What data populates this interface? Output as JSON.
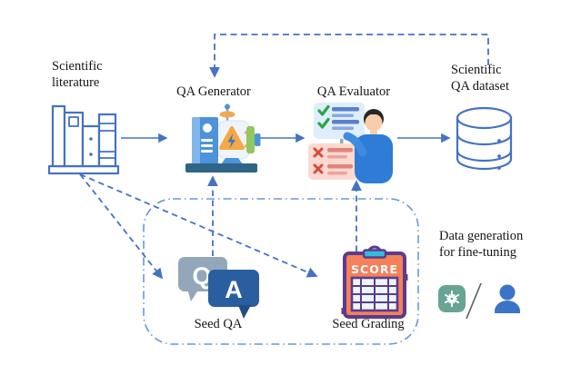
{
  "figure": {
    "title_hint": "QA generation pipeline diagram",
    "background": "#ffffff",
    "accent_blue": "#4472C4",
    "dashdot_box_blue": "#6699D8",
    "openai_green": "#68A493",
    "person_blue": "#3B73C8"
  },
  "nodes": {
    "literature": {
      "label": "Scientific\nliterature"
    },
    "generator": {
      "label": "QA Generator"
    },
    "evaluator": {
      "label": "QA Evaluator"
    },
    "dataset": {
      "label": "Scientific\nQA dataset"
    },
    "seed_qa": {
      "label": "Seed QA",
      "q_letter": "Q",
      "a_letter": "A"
    },
    "seed_grading": {
      "label": "Seed Grading",
      "score_text": "SCORE"
    },
    "fine_tuning": {
      "label": "Data generation\nfor fine-tuning"
    }
  },
  "icons": [
    "books-icon",
    "generator-icon",
    "evaluator-icon",
    "database-icon",
    "chat-qa-icon",
    "score-clipboard-icon",
    "openai-logo-icon",
    "person-icon",
    "slash-divider"
  ]
}
